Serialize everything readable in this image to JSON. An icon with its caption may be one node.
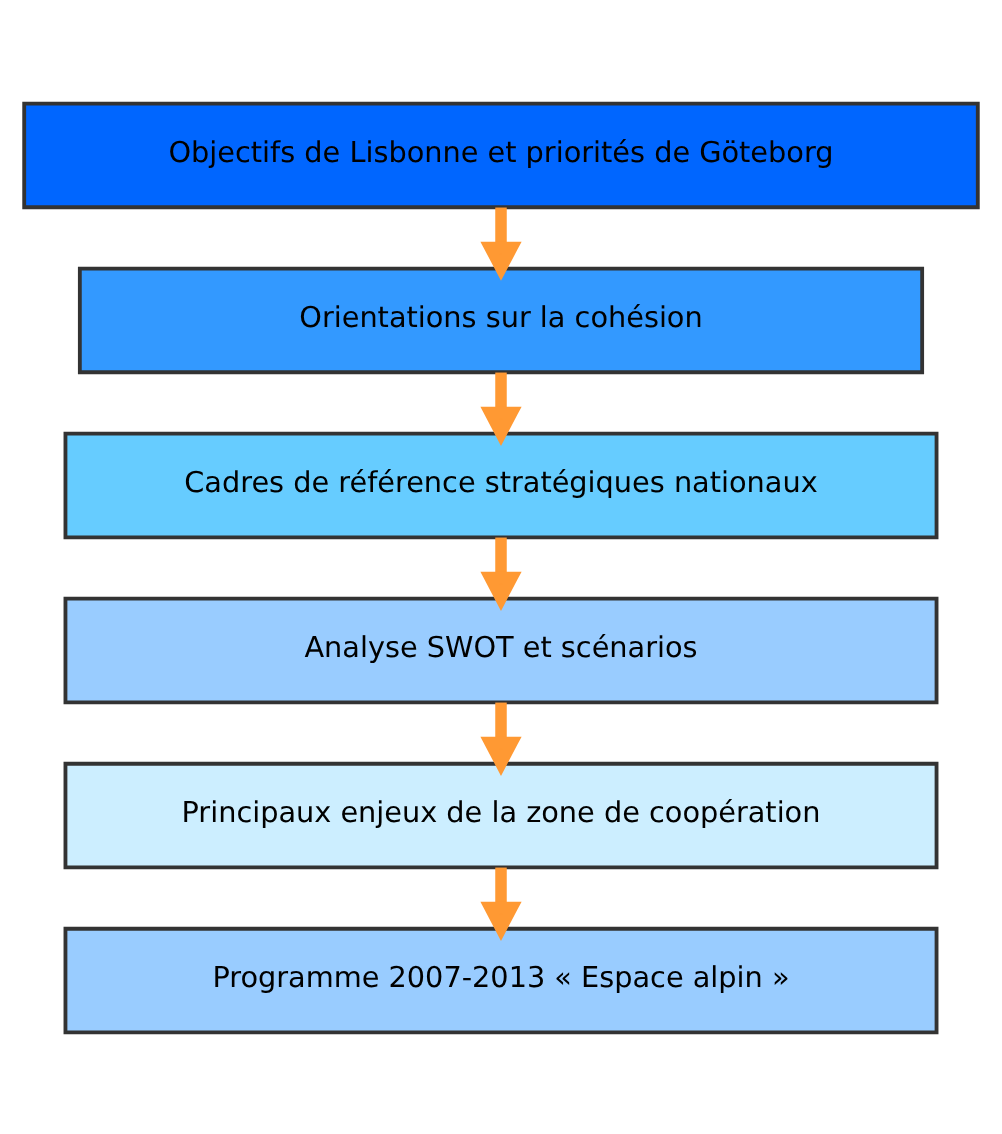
{
  "diagram": {
    "nodes": [
      {
        "text": [
          "Objectifs de Lisbonne et priorités de Göteborg"
        ]
      },
      {
        "text": [
          "Orientations sur la cohésion"
        ]
      },
      {
        "text": [
          "Cadres de référence stratégiques nationaux"
        ]
      },
      {
        "text": [
          "Analyse SWOT et scénarios"
        ]
      },
      {
        "text": [
          "Principaux enjeux de la zone de coopération"
        ]
      },
      {
        "text": [
          "Programme 2007-2013 « Espace alpin »"
        ]
      }
    ],
    "edges": [
      {
        "from": 0,
        "to": 1,
        "arrow": "to"
      },
      {
        "from": 1,
        "to": 2,
        "arrow": "to"
      },
      {
        "from": 2,
        "to": 3,
        "arrow": "to"
      },
      {
        "from": 3,
        "to": 4,
        "arrow": "to"
      },
      {
        "from": 4,
        "to": 5,
        "arrow": "to"
      }
    ]
  }
}
